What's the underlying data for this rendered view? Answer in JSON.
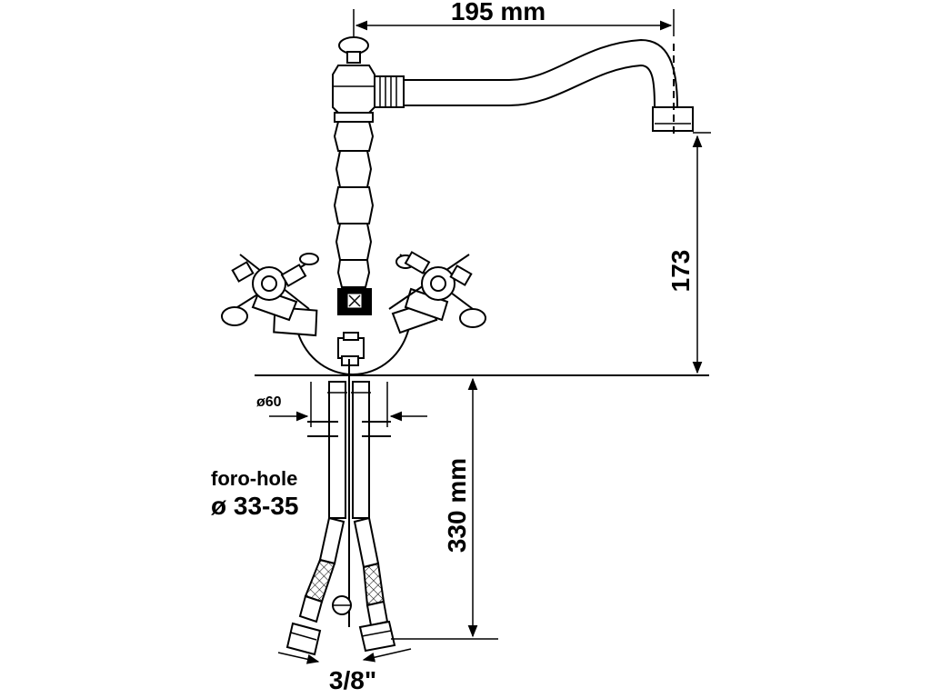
{
  "dimensions": {
    "spout_reach": "195 mm",
    "spout_height": "173",
    "hose_length": "330 mm",
    "base_diameter": "ø60",
    "hole_label": "foro-hole",
    "hole_diameter": "ø 33-35",
    "connection": "3/8\""
  }
}
